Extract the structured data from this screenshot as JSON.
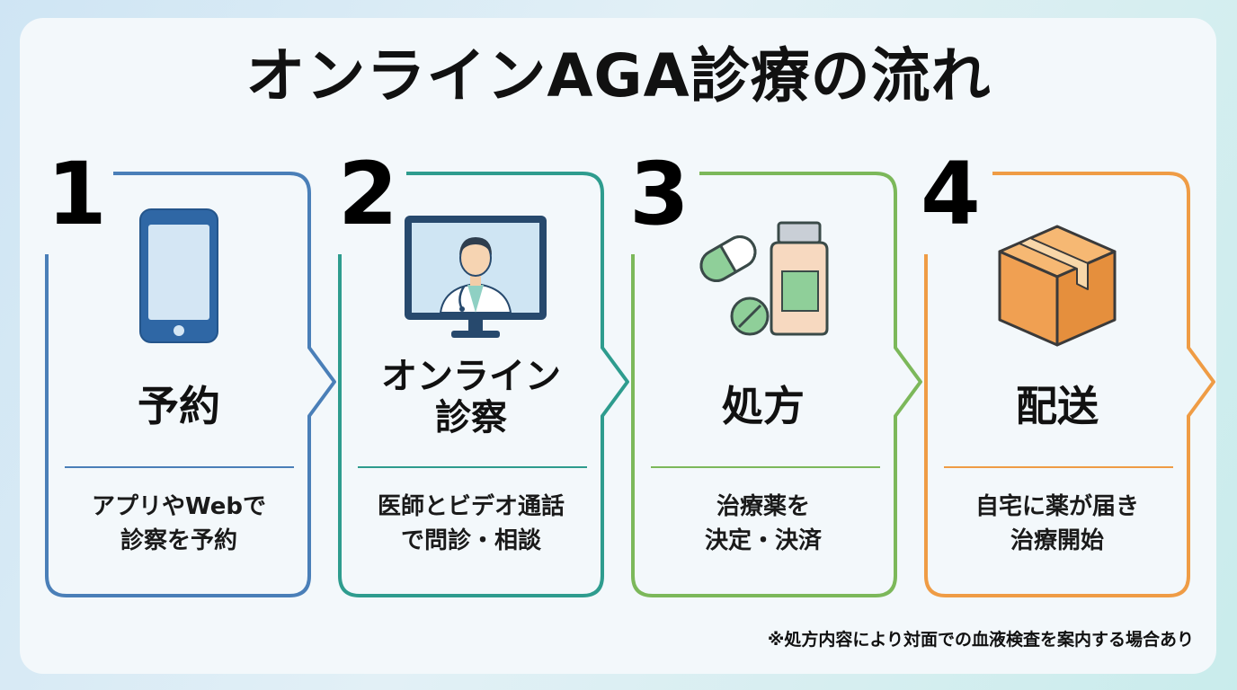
{
  "title": "オンラインAGA診療の流れ",
  "steps": [
    {
      "number": "1",
      "title_lines": [
        "予約"
      ],
      "desc_lines": [
        "アプリやWebで",
        "診察を予約"
      ],
      "icon": "smartphone-icon",
      "color": "#4a7fb8"
    },
    {
      "number": "2",
      "title_lines": [
        "オンライン",
        "診察"
      ],
      "desc_lines": [
        "医師とビデオ通話",
        "で問診・相談"
      ],
      "icon": "doctor-monitor-icon",
      "color": "#2e9c8e"
    },
    {
      "number": "3",
      "title_lines": [
        "処方"
      ],
      "desc_lines": [
        "治療薬を",
        "決定・決済"
      ],
      "icon": "medicine-icon",
      "color": "#7cb85a"
    },
    {
      "number": "4",
      "title_lines": [
        "配送"
      ],
      "desc_lines": [
        "自宅に薬が届き",
        "治療開始"
      ],
      "icon": "package-box-icon",
      "color": "#ef9c45"
    }
  ],
  "note": "※処方内容により対面での血液検査を案内する場合あり",
  "colors": {
    "background": "#f3f8fb",
    "smartphone": "#2f67a5",
    "screen": "#d4e6f4",
    "monitor": "#27496d",
    "pill_green": "#8fcf99",
    "bottle": "#f7d9c0",
    "box": "#f0a052",
    "box_outline": "#3a3a3a"
  }
}
